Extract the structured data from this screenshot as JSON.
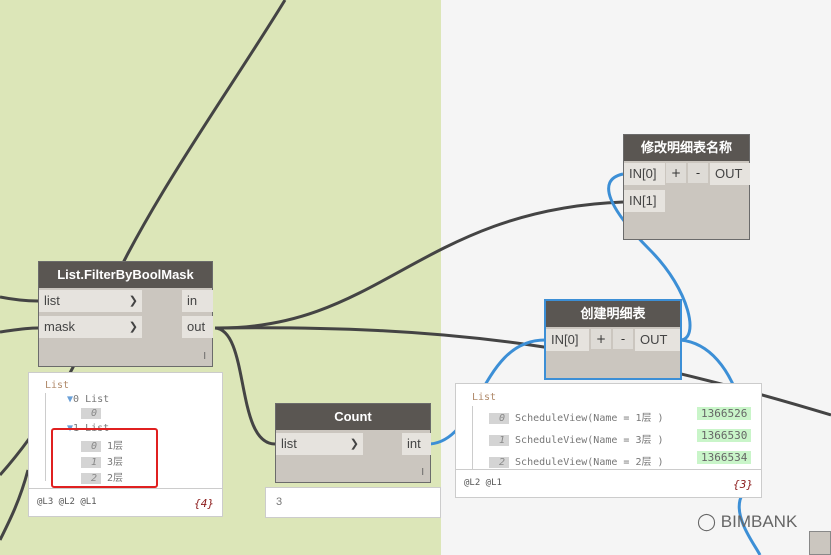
{
  "nodes": {
    "filter": {
      "title": "List.FilterByBoolMask",
      "inputs": [
        "list",
        "mask"
      ],
      "outputs": [
        "in",
        "out"
      ],
      "lacing": "l"
    },
    "count": {
      "title": "Count",
      "inputs": [
        "list"
      ],
      "outputs": [
        "int"
      ],
      "lacing": "l",
      "value": "3"
    },
    "create": {
      "title": "创建明细表",
      "input": "IN[0]",
      "plus": "+",
      "minus": "-",
      "output": "OUT"
    },
    "rename": {
      "title": "修改明细表名称",
      "inputs": [
        "IN[0]",
        "IN[1]"
      ],
      "plus": "+",
      "minus": "-",
      "output": "OUT"
    }
  },
  "filter_preview": {
    "root": "List",
    "sub0": "0 List",
    "sub0_items": [
      {
        "i": "0",
        "v": ""
      }
    ],
    "sub1": "1 List",
    "sub1_items": [
      {
        "i": "0",
        "v": "1层"
      },
      {
        "i": "1",
        "v": "3层"
      },
      {
        "i": "2",
        "v": "2层"
      }
    ],
    "levels": "@L3 @L2 @L1",
    "count": "{4}"
  },
  "create_preview": {
    "root": "List",
    "items": [
      {
        "i": "0",
        "v": "ScheduleView(Name = 1层 )",
        "id": "1366526"
      },
      {
        "i": "1",
        "v": "ScheduleView(Name = 3层 )",
        "id": "1366530"
      },
      {
        "i": "2",
        "v": "ScheduleView(Name = 2层 )",
        "id": "1366534"
      }
    ],
    "levels": "@L2 @L1",
    "count": "{3}"
  },
  "watermark": "BIMBANK",
  "colors": {
    "wire": "#444444",
    "wire_selected": "#3c8fd6",
    "highlight": "#e02020"
  }
}
